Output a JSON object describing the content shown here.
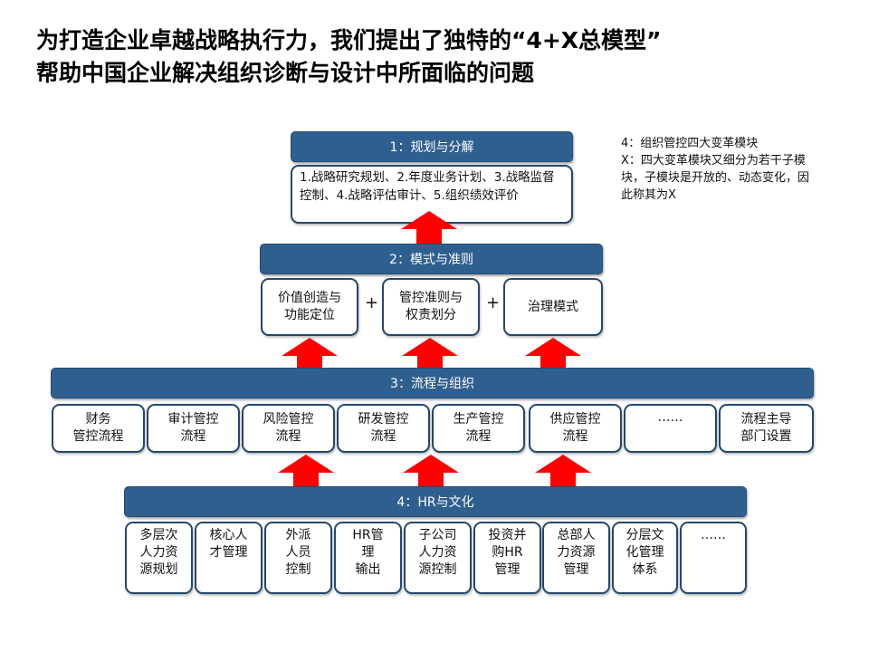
{
  "title": {
    "line1": "为打造企业卓越战略执行力，我们提出了独特的“4+X总模型”",
    "line2": "帮助中国企业解决组织诊断与设计中所面临的问题"
  },
  "note": "4：组织管控四大变革模块\nX：四大变革模块又细分为若干子模块，子模块是开放的、动态变化，因此称其为X",
  "plus_sign": "+",
  "colors": {
    "bar": "#2f5f8f",
    "box_border": "#24476c",
    "arrow": "#ff0000"
  },
  "level1": {
    "header": "1：规划与分解",
    "description": "1.战略研究规划、2.年度业务计划、3.战略监督控制、4.战略评估审计、5.组织绩效评价"
  },
  "level2": {
    "header": "2：模式与准则",
    "items": [
      "价值创造与\n功能定位",
      "管控准则与\n权责划分",
      "治理模式"
    ]
  },
  "level3": {
    "header": "3：流程与组织",
    "items": [
      "财务\n管控流程",
      "审计管控\n流程",
      "风险管控\n流程",
      "研发管控\n流程",
      "生产管控\n流程",
      "供应管控\n流程",
      "……",
      "流程主导\n部门设置"
    ]
  },
  "level4": {
    "header": "4：HR与文化",
    "items": [
      "多层次\n人力资\n源规划",
      "核心人\n才管理",
      "外派\n人员\n控制",
      "HR管\n理\n输出",
      "子公司\n人力资\n源控制",
      "投资并\n购HR\n管理",
      "总部人\n力资源\n管理",
      "分层文\n化管理\n体系",
      "……"
    ]
  }
}
